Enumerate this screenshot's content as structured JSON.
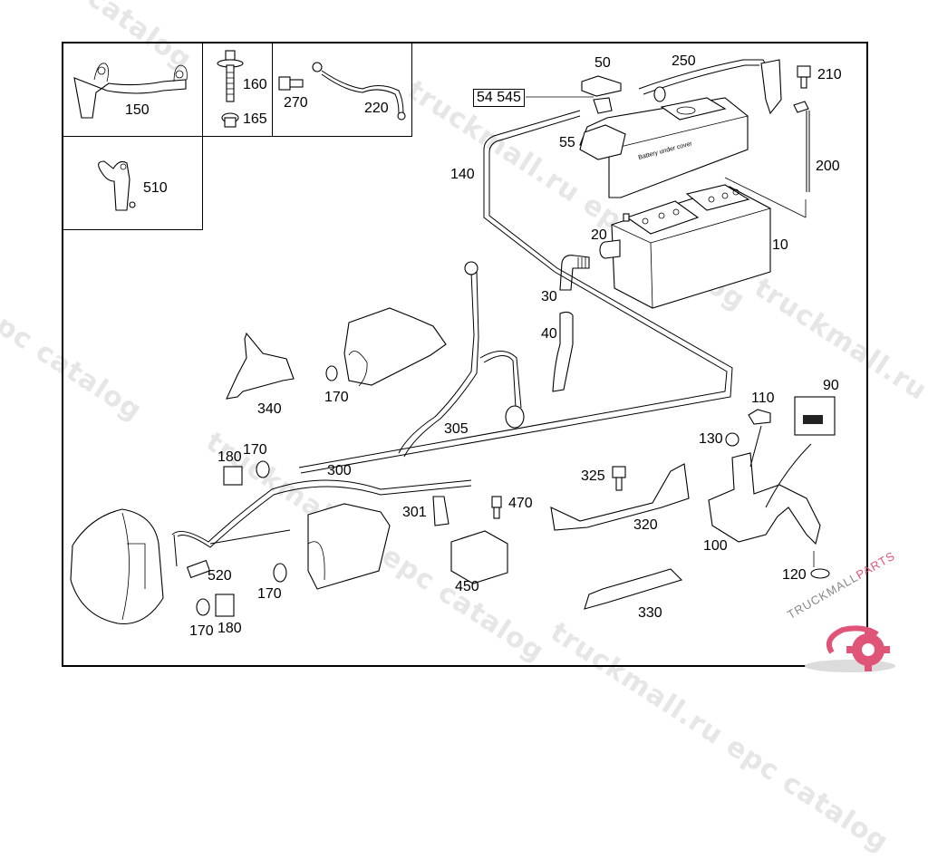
{
  "diagram": {
    "title": "Battery, starter and alternator cable parts diagram",
    "reference_box": "54 545",
    "inset_labels": [
      "150",
      "160",
      "165",
      "270",
      "220",
      "510"
    ],
    "callouts": {
      "p10": "10",
      "p20": "20",
      "p30": "30",
      "p40": "40",
      "p50": "50",
      "p55": "55",
      "p90": "90",
      "p100": "100",
      "p110": "110",
      "p120": "120",
      "p130": "130",
      "p140": "140",
      "p170a": "170",
      "p170b": "170",
      "p170c": "170",
      "p170d": "170",
      "p180a": "180",
      "p180b": "180",
      "p200": "200",
      "p210": "210",
      "p250": "250",
      "p300": "300",
      "p301": "301",
      "p305": "305",
      "p320": "320",
      "p325": "325",
      "p330": "330",
      "p340": "340",
      "p450": "450",
      "p470": "470",
      "p520": "520"
    },
    "battery_cover_text": "Battery under cover"
  },
  "watermark": {
    "text_1": "truckmall.ru epc catalog",
    "text_2": "epc catalog",
    "text_3": "truckmall.ru",
    "text_4": "truckmall.ru epc catalog",
    "text_5": "truckmall.ru epc catalog",
    "text_6": "catalog"
  },
  "logo": {
    "brand": "TRUCKMALL",
    "suffix": "PARTS",
    "accent_color": "#e05577",
    "gray_color": "#888888"
  }
}
